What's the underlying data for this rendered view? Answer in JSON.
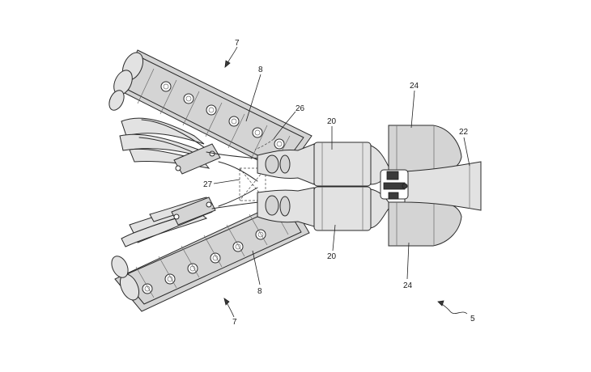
{
  "labels": {
    "engine_bank_top": "7",
    "engine_bank_bottom": "7",
    "head_top": "8",
    "head_bottom": "8",
    "pipe_top": "20",
    "pipe_bottom": "20",
    "muffler_top": "24",
    "muffler_bottom": "24",
    "tailpipe": "22",
    "sensor_top": "26",
    "crossover": "27",
    "system": "5"
  }
}
